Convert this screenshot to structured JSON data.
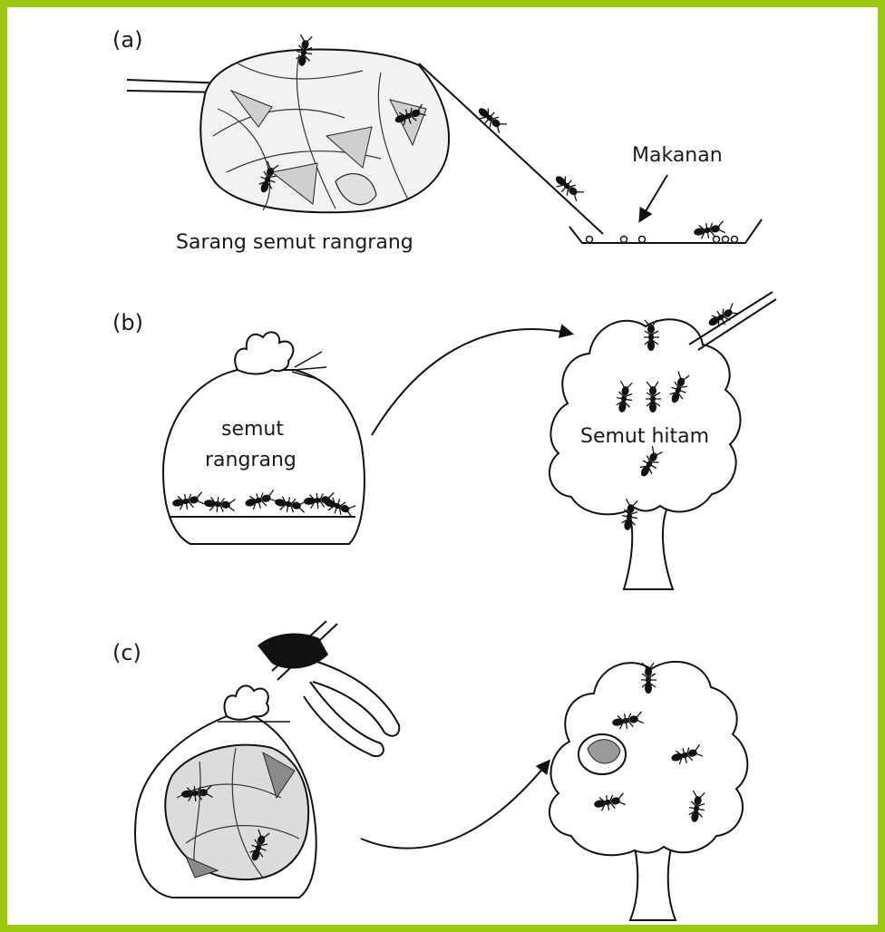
{
  "panels": {
    "a": {
      "label": "(a)",
      "nest_caption": "Sarang semut rangrang",
      "food_caption": "Makanan"
    },
    "b": {
      "label": "(b)",
      "bag_caption_line1": "semut",
      "bag_caption_line2": "rangrang",
      "tree_caption": "Semut hitam"
    },
    "c": {
      "label": "(c)"
    }
  },
  "colors": {
    "border": "#9cc80f",
    "ink": "#1a1a1a"
  }
}
